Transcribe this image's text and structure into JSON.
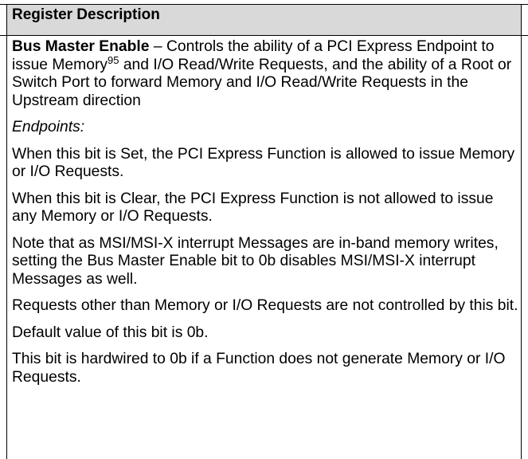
{
  "table": {
    "header": "Register Description",
    "description": {
      "field_name": "Bus Master Enable",
      "dash": " – ",
      "intro_before_sup": "Controls the ability of a PCI Express Endpoint to issue Memory",
      "footnote_ref": "95",
      "intro_after_sup": " and I/O Read/Write Requests, and the ability of a Root or Switch Port to forward Memory and I/O Read/Write Requests in the Upstream direction",
      "endpoints_heading": "Endpoints:",
      "paragraphs": [
        "When this bit is Set, the PCI Express Function is allowed to issue Memory or I/O Requests.",
        "When this bit is Clear, the PCI Express Function is not allowed to issue any Memory or I/O Requests.",
        "Note that as MSI/MSI-X interrupt Messages are in-band memory writes, setting the Bus Master Enable bit to 0b disables MSI/MSI-X interrupt Messages as well.",
        "Requests other than Memory or I/O Requests are not controlled by this bit.",
        "Default value of this bit is 0b.",
        "This bit is hardwired to 0b if a Function does not generate Memory or I/O Requests."
      ]
    }
  }
}
